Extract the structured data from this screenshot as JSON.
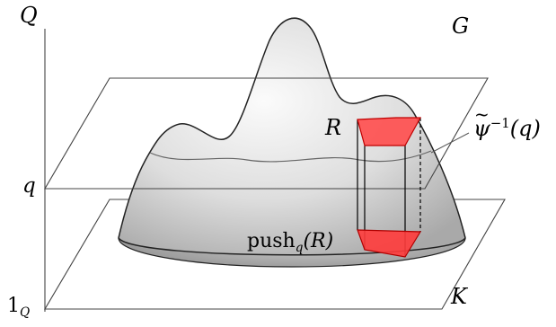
{
  "labels": {
    "axis_top": "Q",
    "axis_level": "q",
    "axis_bottom_base": "1",
    "axis_bottom_sub": "Q",
    "space_top": "G",
    "space_bottom": "K",
    "box_top": "R",
    "box_bottom_base": "push",
    "box_bottom_sub": "q",
    "box_bottom_arg": "(R)",
    "preimage_base": "ψ",
    "preimage_exp": "−1",
    "preimage_arg": "(q)"
  },
  "colors": {
    "surface_fill_light": "#f7f7f7",
    "surface_fill_mid": "#d9d9d9",
    "surface_fill_dark": "#9a9a9a",
    "base_fill_light": "#dcdcdc",
    "base_fill_dark": "#8d8d8d",
    "red_face": "#ff4d4d",
    "red_face_dark": "#e63b3b",
    "line": "#000000",
    "contour": "#666666"
  }
}
